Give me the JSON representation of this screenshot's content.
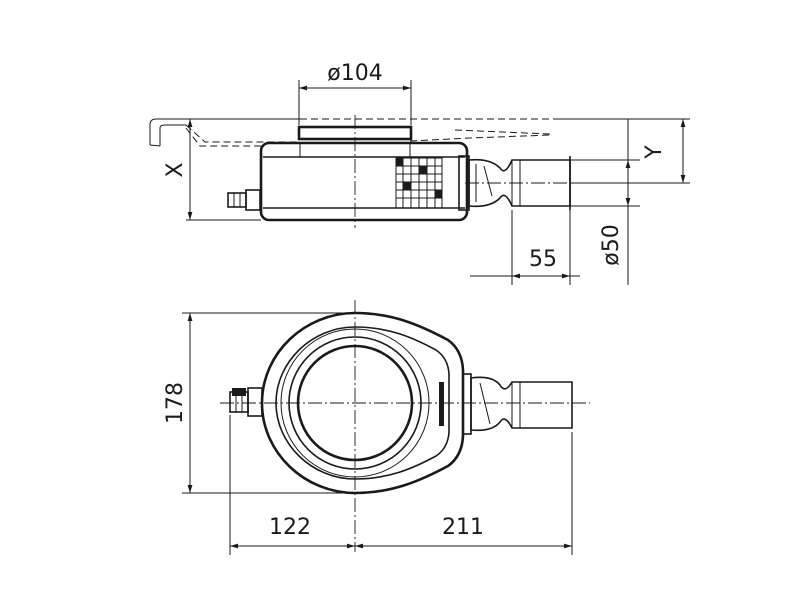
{
  "side_view": {
    "diameter_top": "ø104",
    "height_x": "X",
    "height_y": "Y",
    "length_55": "55",
    "diameter_outlet": "ø50"
  },
  "plan_view": {
    "width_178": "178",
    "length_122": "122",
    "length_211": "211"
  }
}
